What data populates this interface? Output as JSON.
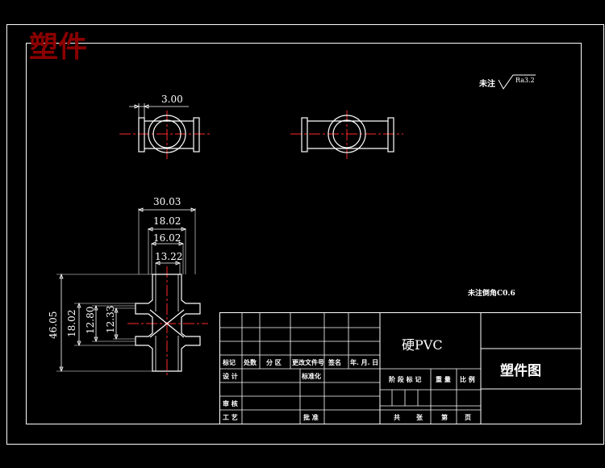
{
  "watermark": "塑件",
  "surface_note": {
    "label": "未注",
    "value": "Ra3.2"
  },
  "chamfer_note": "未注倒角C0.6",
  "dimensions": {
    "top_width": "3.00",
    "w_30": "30.03",
    "w_18": "18.02",
    "w_16": "16.02",
    "w_13": "13.22",
    "h_46": "46.05",
    "h_18": "18.02",
    "h_12a": "12.80",
    "h_12b": "12.33"
  },
  "title_block": {
    "material": "硬PVC",
    "drawing_name": "塑件图",
    "row_labels": {
      "biaoji": "标记",
      "chushu": "处数",
      "fenqu": "分 区",
      "gengai": "更改文件号",
      "qianming": "签名",
      "date": "年. 月. 日",
      "sheji": "设 计",
      "biaozhunhua": "标准化",
      "shenhe": "审 核",
      "gongyi": "工 艺",
      "pizhun": "批 准"
    },
    "stage_labels": {
      "jieduan": "阶 段 标 记",
      "zhongliang": "重 量",
      "bili": "比 例"
    },
    "sheets": {
      "gong": "共",
      "zhang": "张",
      "di": "第",
      "ye": "页"
    }
  }
}
